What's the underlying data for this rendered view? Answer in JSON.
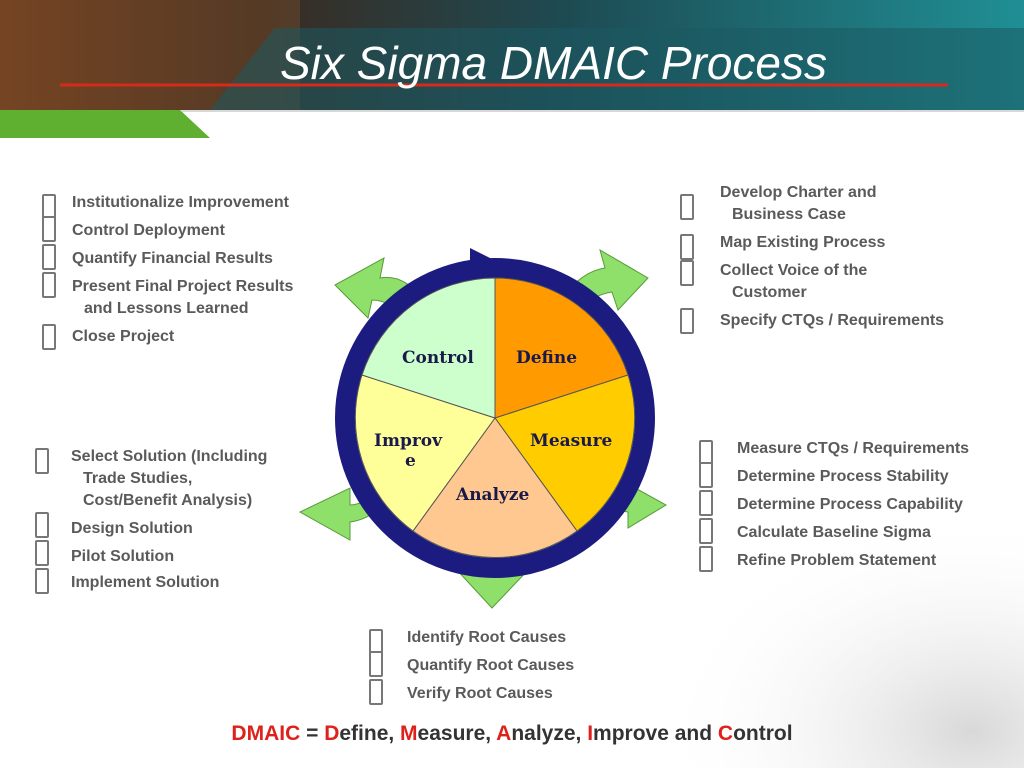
{
  "title": "Six Sigma DMAIC Process",
  "colors": {
    "header_dark": "#1e4a52",
    "header_accent": "#1f8f95",
    "green_bar": "#5fb031",
    "red_line": "#d72a1a",
    "ring": "#1c1c80",
    "arrow_green": "#8ee06a",
    "define": "#ff9a00",
    "measure": "#ffcc00",
    "analyze": "#ffc890",
    "improve": "#ffff99",
    "control": "#ccffcc"
  },
  "wheel": {
    "define": "Define",
    "measure": "Measure",
    "analyze": "Analyze",
    "improve_line1": "Improv",
    "improve_line2": "e",
    "control": "Control"
  },
  "control_steps": [
    "Institutionalize Improvement",
    "Control Deployment",
    "Quantify Financial Results",
    "Present Final Project Results",
    "and Lessons Learned",
    "Close Project"
  ],
  "define_steps": [
    "Develop Charter and",
    "Business Case",
    "Map Existing Process",
    "Collect Voice of the",
    "Customer",
    "Specify CTQs / Requirements"
  ],
  "improve_steps": [
    "Select Solution (Including",
    "Trade Studies,",
    "Cost/Benefit Analysis)",
    "Design Solution",
    "Pilot Solution",
    "Implement Solution"
  ],
  "measure_steps": [
    "Measure CTQs / Requirements",
    "Determine Process Stability",
    "Determine Process Capability",
    "Calculate Baseline Sigma",
    "Refine Problem Statement"
  ],
  "analyze_steps": [
    "Identify Root Causes",
    "Quantify Root Causes",
    "Verify Root Causes"
  ],
  "footer": {
    "dmaic": "DMAIC",
    "equals": " = ",
    "d": "D",
    "efine": "efine, ",
    "m": "M",
    "easure": "easure, ",
    "a": "A",
    "nalyze": "nalyze, ",
    "i": "I",
    "mprove_and": "mprove and ",
    "c": "C",
    "ontrol": "ontrol"
  }
}
